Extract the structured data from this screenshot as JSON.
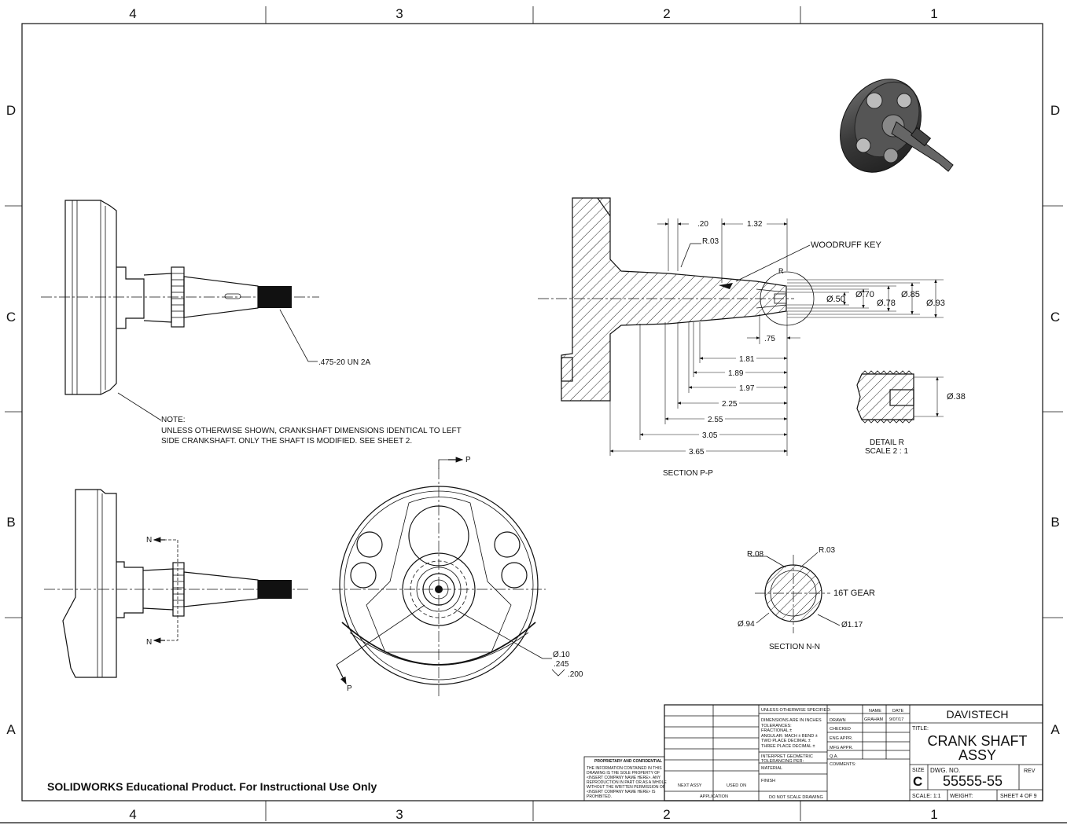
{
  "border": {
    "col_labels": [
      "4",
      "3",
      "2",
      "1"
    ],
    "row_labels": [
      "D",
      "C",
      "B",
      "A"
    ]
  },
  "views": {
    "side_top": {
      "thread_callout": ".475-20 UN 2A"
    },
    "note": {
      "line1": "NOTE:",
      "line2": "UNLESS OTHERWISE SHOWN, CRANKSHAFT DIMENSIONS IDENTICAL TO LEFT",
      "line3": "SIDE CRANKSHAFT. ONLY THE SHAFT IS MODIFIED. SEE SHEET 2."
    },
    "section_pp": {
      "title": "SECTION P-P",
      "woodruff_label": "WOODRUFF KEY",
      "dims_top": [
        ".20",
        "1.32"
      ],
      "radius": "R.03",
      "detail_marker": "R",
      "diameters": [
        "Ø.50",
        "Ø.70",
        "Ø.78",
        "Ø.85",
        "Ø.93"
      ],
      "dim_75": ".75",
      "lengths": [
        "1.81",
        "1.89",
        "1.97",
        "2.25",
        "2.55",
        "3.05",
        "3.65"
      ]
    },
    "detail_r": {
      "title": "DETAIL R",
      "scale": "SCALE 2 : 1",
      "diameter": "Ø.38"
    },
    "section_nn": {
      "title": "SECTION N-N",
      "gear_label": "16T GEAR",
      "radius_root": "R.08",
      "radius_tip": "R.03",
      "dia_root": "Ø.94",
      "dia_tip": "Ø1.17"
    },
    "side_bottom": {
      "section_letter_top": "N",
      "section_letter_bottom": "N"
    },
    "front": {
      "section_letter_top": "P",
      "section_letter_bottom": "P",
      "hole_dia": "Ø.10",
      "hole_depth": ".245",
      "hole_angle": ".200"
    }
  },
  "title_block": {
    "unless_specified": "UNLESS OTHERWISE SPECIFIED:",
    "dims_in_inches": "DIMENSIONS ARE IN INCHES",
    "tolerances": "TOLERANCES:",
    "fractional": "FRACTIONAL ±",
    "angular": "ANGULAR: MACH ±    BEND ±",
    "two_place": "TWO PLACE DECIMAL   ±",
    "three_place": "THREE PLACE DECIMAL  ±",
    "interpret": "INTERPRET GEOMETRIC",
    "tolerancing": "TOLERANCING PER:",
    "material": "MATERIAL",
    "finish": "FINISH",
    "no_scale": "DO NOT SCALE DRAWING",
    "name_header": "NAME",
    "date_header": "DATE",
    "drawn": "DRAWN",
    "drawn_name": "GRAHAM",
    "drawn_date": "9/07/17",
    "checked": "CHECKED",
    "eng_appr": "ENG APPR.",
    "mfg_appr": "MFG APPR.",
    "qa": "Q.A.",
    "comments": "COMMENTS:",
    "company": "DAVISTECH",
    "title_label": "TITLE:",
    "title_line1": "CRANK SHAFT",
    "title_line2": "ASSY",
    "size_label": "SIZE",
    "size": "C",
    "dwg_label": "DWG.  NO.",
    "dwg_no": "55555-55",
    "rev_label": "REV",
    "scale": "SCALE: 1:1",
    "weight": "WEIGHT:",
    "sheet": "SHEET 4 OF 9",
    "next_assy": "NEXT ASSY",
    "used_on": "USED ON",
    "application": "APPLICATION",
    "prop_title": "PROPRIETARY AND CONFIDENTIAL",
    "prop_1": "THE INFORMATION CONTAINED IN THIS",
    "prop_2": "DRAWING IS THE SOLE PROPERTY OF",
    "prop_3": "<INSERT COMPANY NAME HERE>.  ANY",
    "prop_4": "REPRODUCTION IN PART OR AS A WHOLE",
    "prop_5": "WITHOUT THE WRITTEN PERMISSION OF",
    "prop_6": "<INSERT COMPANY NAME HERE> IS",
    "prop_7": "PROHIBITED."
  },
  "watermark": "SOLIDWORKS Educational Product. For Instructional Use Only"
}
